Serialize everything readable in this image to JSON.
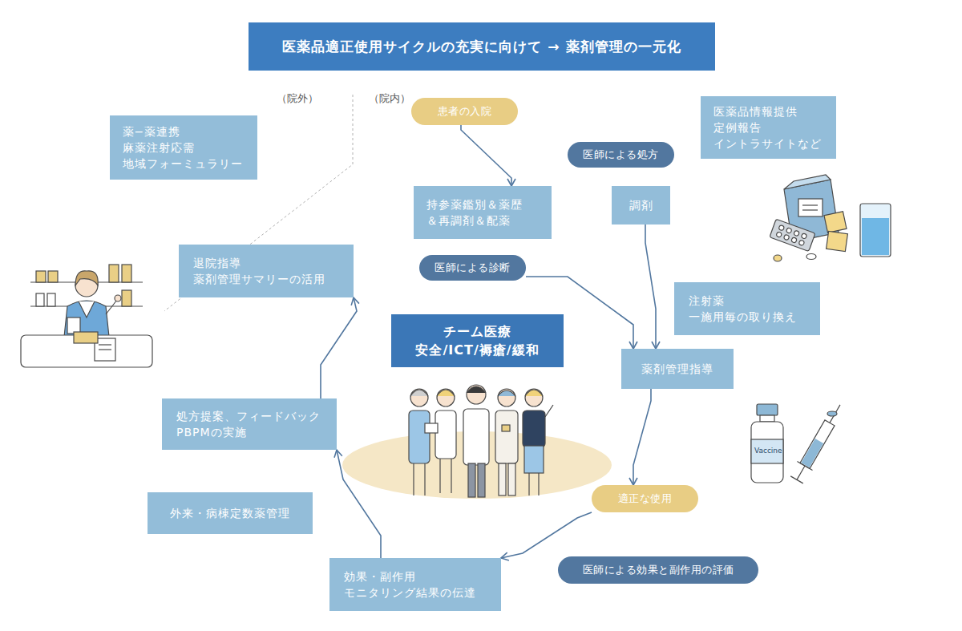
{
  "diagram": {
    "title": "医薬品適正使用サイクルの充実に向けて → 薬剤管理の一元化",
    "nodes": [
      {
        "text": [
          "患者の入院"
        ]
      },
      {
        "text": [
          "医師による処方"
        ]
      },
      {
        "text": [
          "医薬品情報提供 定例報告 イントラサイトなど"
        ]
      },
      {
        "text": [
          "薬−薬連携 麻薬注射応需 地域フォーミュラリー"
        ]
      },
      {
        "text": [
          "持参薬鑑別＆薬歴 ＆再調剤＆配薬"
        ]
      },
      {
        "text": [
          "調剤"
        ]
      },
      {
        "text": [
          "医師による診断"
        ]
      },
      {
        "text": [
          "退院指導 薬剤管理サマリーの活用"
        ]
      },
      {
        "text": [
          "注射薬 一施用毎の取り換え"
        ]
      },
      {
        "text": [
          "チーム医療 安全/ICT/褥瘡/緩和"
        ]
      },
      {
        "text": [
          "薬剤管理指導"
        ]
      },
      {
        "text": [
          "処方提案、フィードバック PBPMの実施"
        ]
      },
      {
        "text": [
          "適正な使用"
        ]
      },
      {
        "text": [
          "外来・病棟定数薬管理"
        ]
      },
      {
        "text": [
          "医師による効果と副作用の評価"
        ]
      },
      {
        "text": [
          "効果・副作用 モニタリング結果の伝達"
        ]
      }
    ],
    "edges": [
      {
        "from": 0,
        "to": 4,
        "arrow": "to"
      },
      {
        "from": 5,
        "to": 10,
        "arrow": "to"
      },
      {
        "from": 6,
        "to": 10,
        "arrow": "to"
      },
      {
        "from": 10,
        "to": 12,
        "arrow": "to"
      },
      {
        "from": 12,
        "to": 15,
        "arrow": "to"
      },
      {
        "from": 15,
        "to": 11,
        "arrow": "to"
      },
      {
        "from": 11,
        "to": 7,
        "arrow": "to"
      }
    ],
    "labels": [
      "（院外）",
      "（院内）",
      "Vaccine"
    ]
  }
}
